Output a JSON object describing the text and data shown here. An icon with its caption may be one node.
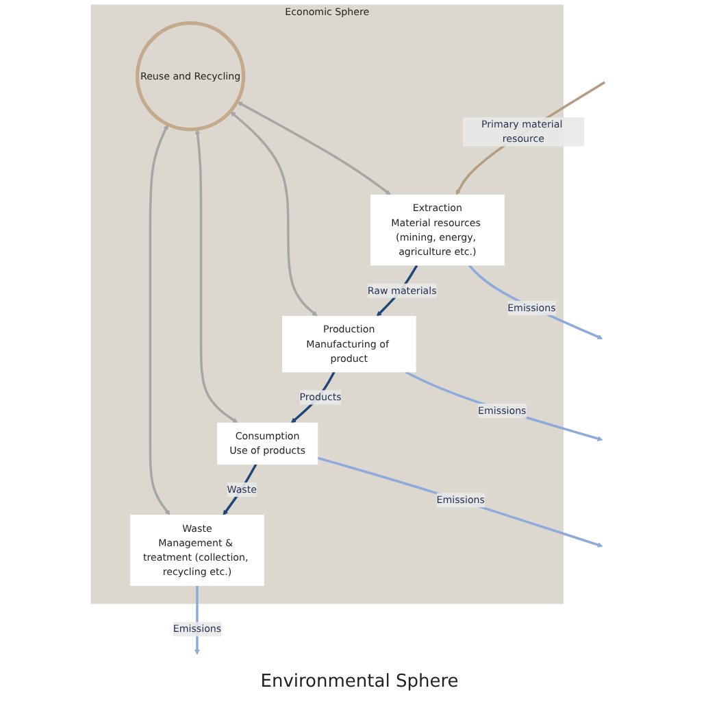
{
  "diagram": {
    "nodes": [
      {
        "text": [
          "Economic Sphere"
        ]
      },
      {
        "text": [
          "Extraction",
          "Material resources (mining, energy, agriculture etc.)"
        ],
        "in": 0
      },
      {
        "text": [
          "Waste",
          "Management & treatment (collection, recycling etc.)"
        ],
        "in": 0
      },
      {
        "text": [
          "Reuse and Recycling"
        ],
        "in": 0
      },
      {
        "text": [
          "Production",
          "Manufacturing of product"
        ],
        "in": 0
      },
      {
        "text": [
          "Consumption",
          "Use of products"
        ],
        "in": 0
      }
    ],
    "edges": [
      {
        "from": null,
        "to": 1,
        "arrow": "to",
        "label": "Primary material resource",
        "color": "#b39c80"
      },
      {
        "from": 1,
        "to": null,
        "arrow": "to",
        "label": "Emissions",
        "color": "#8eaadb"
      },
      {
        "from": 1,
        "to": 4,
        "arrow": "to",
        "label": "Raw materials",
        "color": "#1f4675"
      },
      {
        "from": 4,
        "to": null,
        "arrow": "to",
        "label": "Emissions",
        "color": "#8eaadb"
      },
      {
        "from": 4,
        "to": 5,
        "arrow": "to",
        "label": "Products",
        "color": "#1f4675"
      },
      {
        "from": 5,
        "to": null,
        "arrow": "to",
        "label": "Emissions",
        "color": "#8eaadb"
      },
      {
        "from": 5,
        "to": 2,
        "arrow": "to",
        "label": "Waste",
        "color": "#1f4675"
      },
      {
        "from": 2,
        "to": null,
        "arrow": "to",
        "label": "Emissions",
        "color": "#8eaadb"
      },
      {
        "from": 3,
        "to": 1,
        "arrow": "both",
        "color": "#a6a6a6"
      },
      {
        "from": 3,
        "to": 4,
        "arrow": "both",
        "color": "#a6a6a6"
      },
      {
        "from": 3,
        "to": 5,
        "arrow": "both",
        "color": "#a6a6a6"
      },
      {
        "from": 3,
        "to": 2,
        "arrow": "both",
        "color": "#a6a6a6"
      }
    ],
    "labels": [
      "Environmental Sphere"
    ]
  }
}
